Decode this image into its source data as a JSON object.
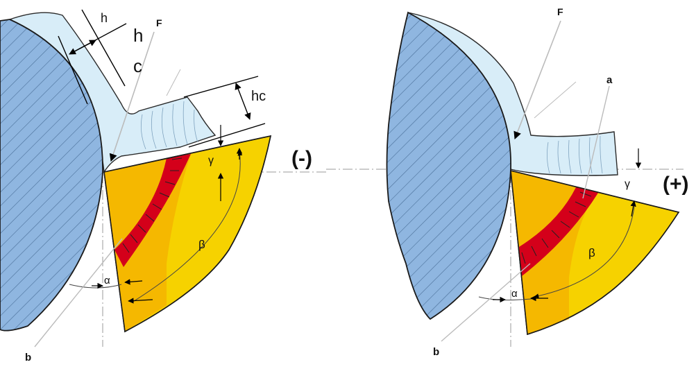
{
  "left_panel": {
    "sign": "(-)",
    "chip_thickness_label": "h",
    "chip_thickness_label_large_line1": "h",
    "chip_thickness_label_large_line2": "c",
    "chip_compressed_label": "hc",
    "force_label": "F",
    "rake_angle_label": "γ",
    "wedge_angle_label": "β",
    "clearance_angle_label": "α",
    "flank_label": "b"
  },
  "right_panel": {
    "sign": "(+)",
    "force_label": "F",
    "rake_face_label": "a",
    "rake_angle_label": "γ",
    "wedge_angle_label": "β",
    "clearance_angle_label": "α",
    "flank_label": "b"
  },
  "colors": {
    "workpiece": "#8fb6e0",
    "workpiece_hatch": "#3d5f86",
    "chip": "#d8edf8",
    "tool_yellow": "#f6d200",
    "tool_orange": "#f4b400",
    "tool_red": "#d4001a"
  }
}
